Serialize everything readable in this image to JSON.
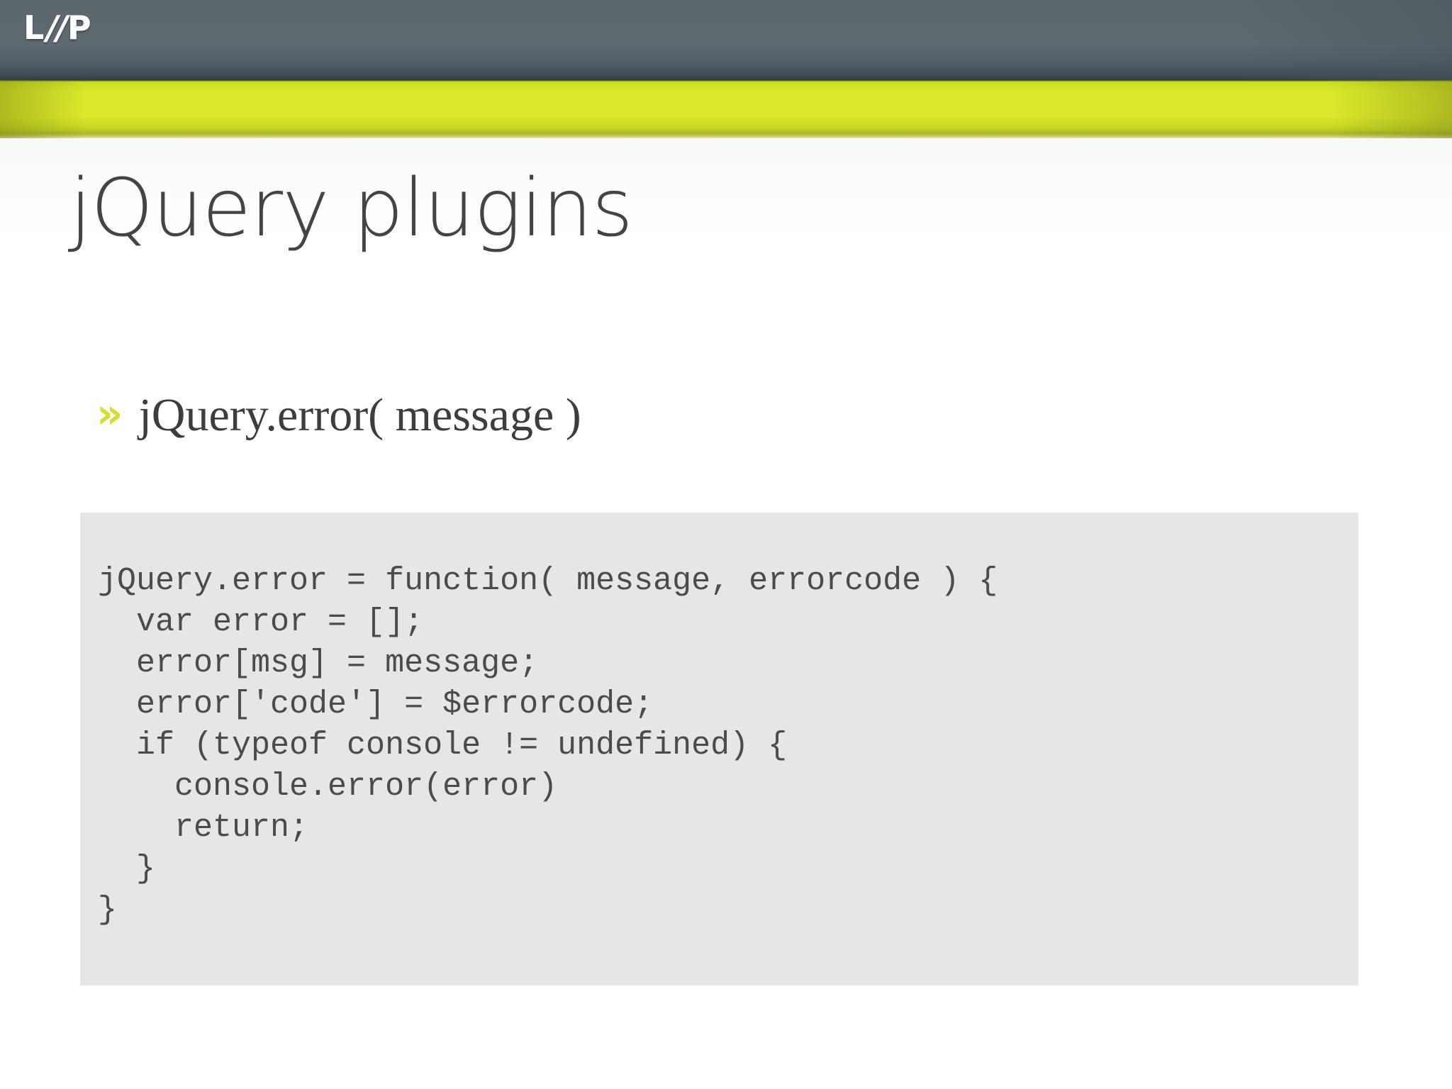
{
  "header": {
    "logo_l": "L",
    "logo_slashes": "//",
    "logo_p": "P",
    "logo_full": "L//P",
    "bar_color": "#5b676d",
    "accent_color": "#d8e92a"
  },
  "title": {
    "text": "jQuery plugins",
    "color": "#434445"
  },
  "bullets": [
    {
      "marker": "»",
      "marker_color": "#d5dd2e",
      "text": "jQuery.error( message )"
    }
  ],
  "code_block": {
    "background": "#e6e6e9",
    "text_color": "#4b4b4d",
    "lines": [
      "jQuery.error = function( message, errorcode ) {",
      "  var error = [];",
      "  error[msg] = message;",
      "  error['code'] = $errorcode;",
      "  if (typeof console != undefined) {",
      "    console.error(error)",
      "    return;",
      "  }",
      "}"
    ],
    "content": "jQuery.error = function( message, errorcode ) {\n  var error = [];\n  error[msg] = message;\n  error['code'] = $errorcode;\n  if (typeof console != undefined) {\n    console.error(error)\n    return;\n  }\n}"
  }
}
